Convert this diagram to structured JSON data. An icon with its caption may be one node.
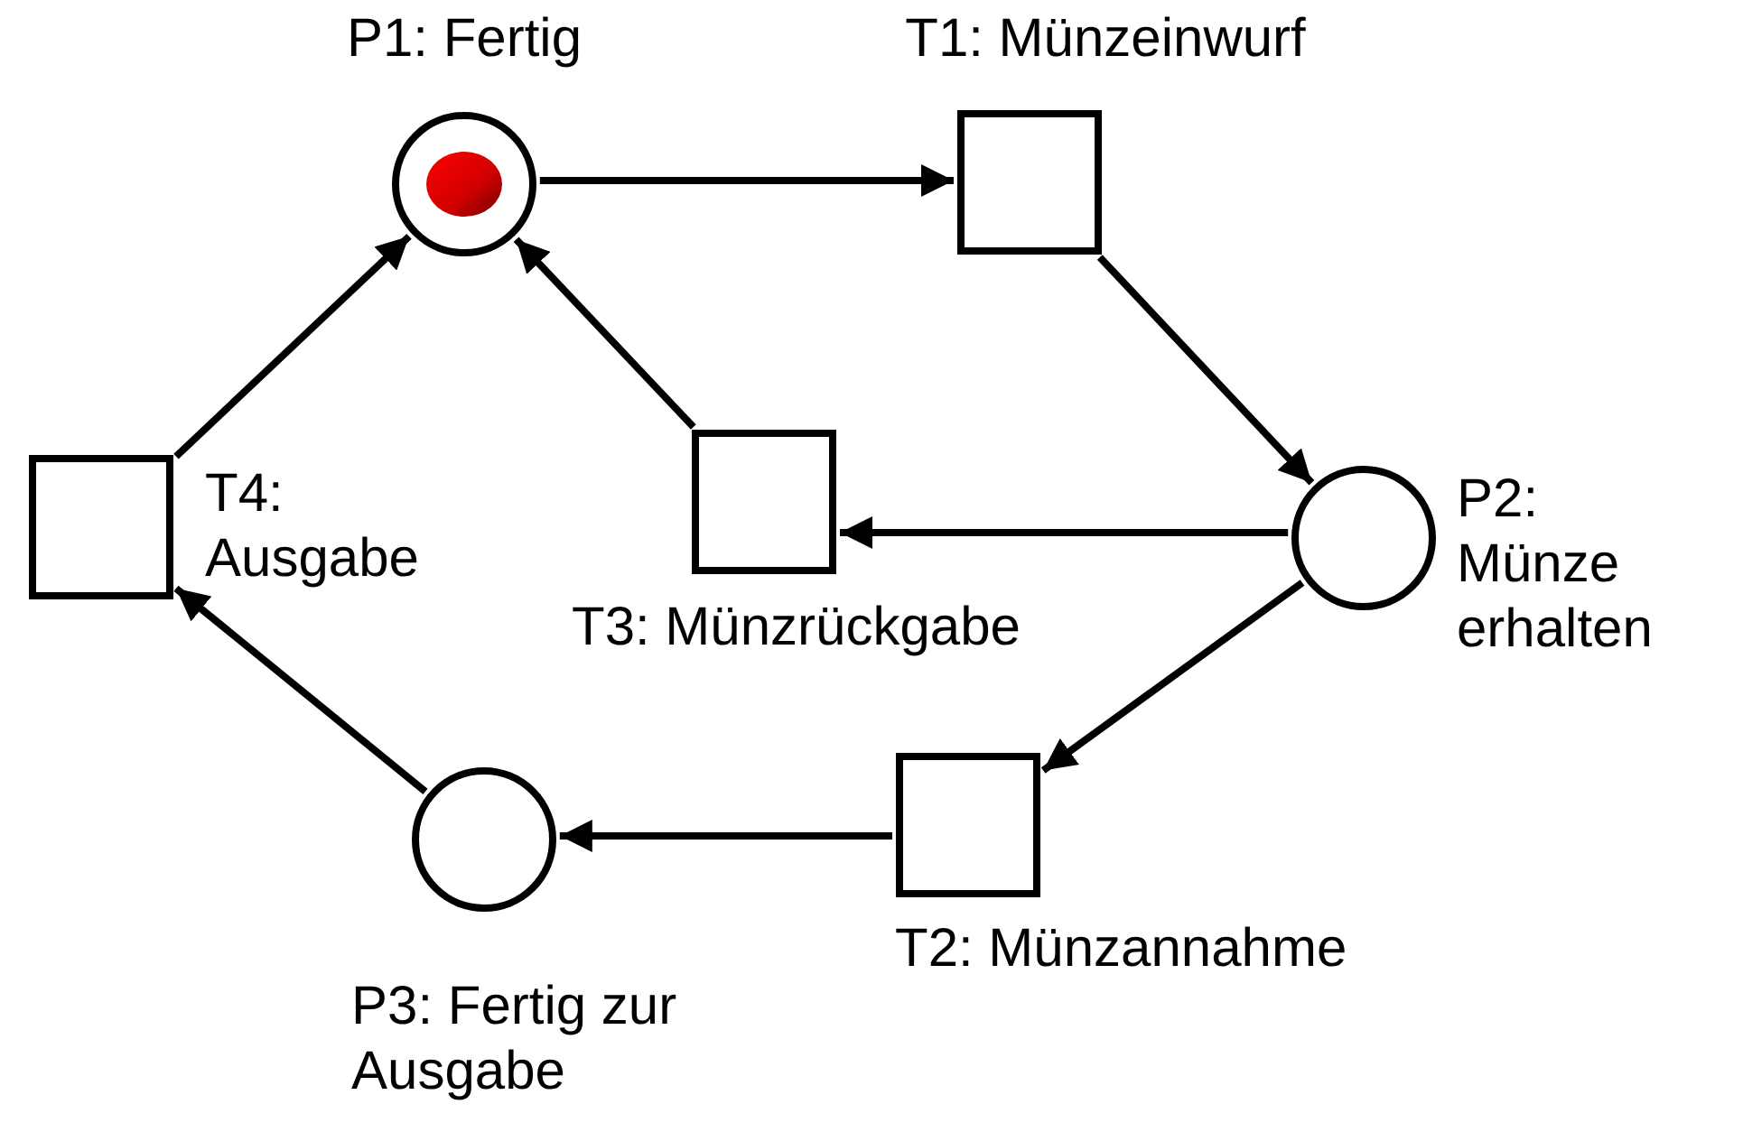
{
  "diagram": {
    "nodes": [
      {
        "text": [
          "P1: Fertig"
        ]
      },
      {
        "text": [
          "T1: Münzeinwurf"
        ]
      },
      {
        "text": [
          "T4: Ausgabe"
        ]
      },
      {
        "text": [
          "T3: Münzrückgabe"
        ]
      },
      {
        "text": [
          "P2: Münze erhalten"
        ]
      },
      {
        "text": [
          "P3: Fertig zur Ausgabe"
        ]
      },
      {
        "text": [
          "T2: Münzannahme"
        ]
      }
    ],
    "edges": [
      {
        "from": 0,
        "to": 1,
        "arrow": "to"
      },
      {
        "from": 1,
        "to": 4,
        "arrow": "to"
      },
      {
        "from": 4,
        "to": 3,
        "arrow": "to"
      },
      {
        "from": 3,
        "to": 0,
        "arrow": "to"
      },
      {
        "from": 4,
        "to": 6,
        "arrow": "to"
      },
      {
        "from": 6,
        "to": 5,
        "arrow": "to"
      },
      {
        "from": 5,
        "to": 2,
        "arrow": "to"
      },
      {
        "from": 2,
        "to": 0,
        "arrow": "to"
      }
    ]
  }
}
